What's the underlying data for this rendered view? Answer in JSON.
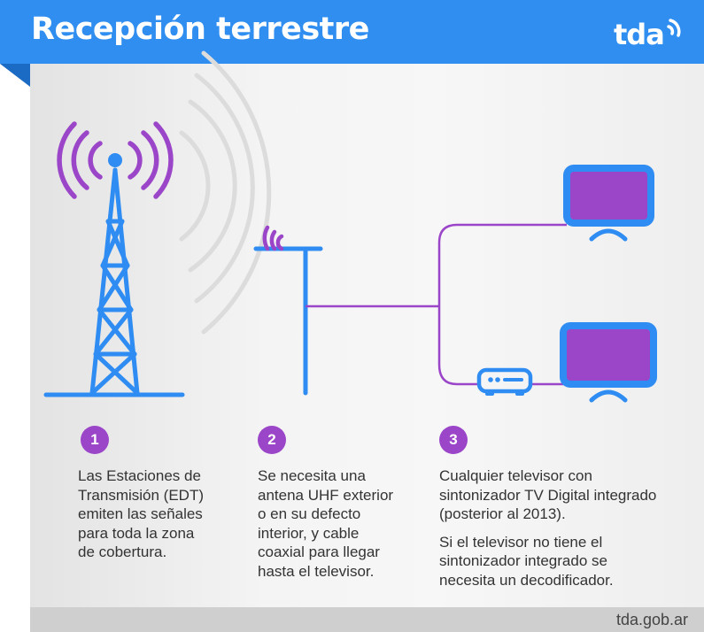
{
  "header": {
    "title": "Recepción terrestre",
    "logo": "tda"
  },
  "steps": [
    {
      "number": "1",
      "text": "Las Estaciones de\nTransmisión (EDT)\nemiten las señales\npara toda la zona\nde cobertura."
    },
    {
      "number": "2",
      "text": "Se necesita una\nantena UHF exterior\no en su defecto\ninterior, y cable\ncoaxial para llegar\nhasta el televisor."
    },
    {
      "number": "3",
      "text": "Cualquier televisor con\nsintonizador TV Digital integrado\n(posterior al 2013).",
      "note": "Si el televisor no tiene el\nsintonizador integrado se\nnecesita un decodificador."
    }
  ],
  "footer": {
    "url": "tda.gob.ar"
  },
  "icons": [
    "transmission-tower-icon",
    "signal-waves-icon",
    "uhf-antenna-icon",
    "coaxial-cable-icon",
    "television-icon",
    "decoder-icon"
  ],
  "colors": {
    "header": "#2f8ef0",
    "accent_blue": "#2e8cf2",
    "accent_purple": "#9b45c9",
    "panel": "#f2f2f2"
  }
}
